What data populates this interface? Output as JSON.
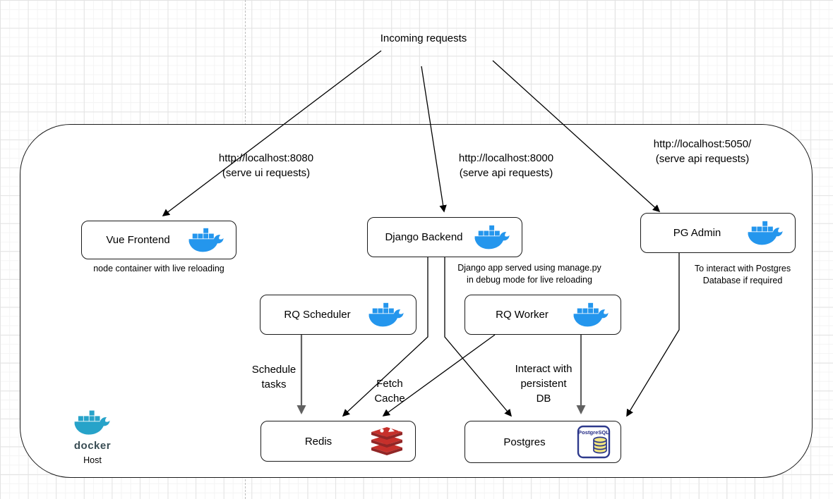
{
  "diagram": {
    "title": "Incoming requests",
    "nodes": {
      "vue": {
        "label": "Vue Frontend",
        "caption": "node container with live reloading"
      },
      "django": {
        "label": "Django Backend",
        "caption_line1": "Django app served using manage.py",
        "caption_line2": "in debug mode for live reloading"
      },
      "pgadmin": {
        "label": "PG Admin",
        "caption_line1": "To interact with Postgres",
        "caption_line2": "Database if required"
      },
      "rq_scheduler": {
        "label": "RQ Scheduler"
      },
      "rq_worker": {
        "label": "RQ Worker"
      },
      "redis": {
        "label": "Redis"
      },
      "postgres": {
        "label": "Postgres",
        "icon_text": "PostgreSQL"
      }
    },
    "edge_labels": {
      "url_ui": {
        "line1": "http://localhost:8080",
        "line2": "(serve ui requests)"
      },
      "url_api": {
        "line1": "http://localhost:8000",
        "line2": "(serve api requests)"
      },
      "url_pg": {
        "line1": "http://localhost:5050/",
        "line2": "(serve api requests)"
      },
      "schedule": {
        "line1": "Schedule",
        "line2": "tasks"
      },
      "fetch": {
        "line1": "Fetch",
        "line2": "Cache"
      },
      "interact": {
        "line1": "Interact with",
        "line2": "persistent",
        "line3": "DB"
      }
    },
    "host": {
      "wordmark": "docker",
      "label": "Host"
    },
    "colors": {
      "docker_blue": "#2496ED",
      "host_whale_teal": "#27A3C9",
      "redis_red": "#C6302B",
      "redis_dark_red": "#912626",
      "postgres_blue": "#2E3A8C",
      "postgres_yellow": "#F4E77E",
      "edge_black": "#000000",
      "edge_gray": "#616161",
      "wordmark_slate": "#394d54"
    }
  }
}
